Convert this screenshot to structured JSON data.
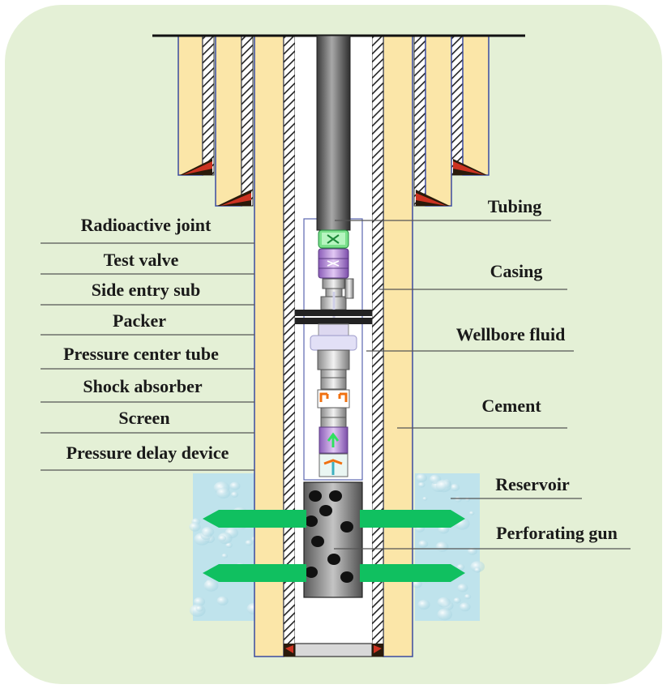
{
  "colors": {
    "panel": "#e4f0d6",
    "cement": "#fbe6a8",
    "fluid": "#ffffff",
    "steel_outline": "#3b4aa0",
    "reservoir": "#bfe3ec",
    "arrow": "#10c060",
    "packer": "#222222",
    "tool_purple": "#b48ad4",
    "tool_orange": "#f07010",
    "tool_green": "#30e060",
    "tubing": "#555555"
  },
  "diagram": {
    "left_labels": [
      "Radioactive joint",
      "Test valve",
      "Side entry sub",
      "Packer",
      "Pressure center tube",
      "Shock absorber",
      "Screen",
      "Pressure delay device"
    ],
    "right_labels": [
      "Tubing",
      "Casing",
      "Wellbore fluid",
      "Cement",
      "Reservoir",
      "Perforating gun"
    ]
  }
}
